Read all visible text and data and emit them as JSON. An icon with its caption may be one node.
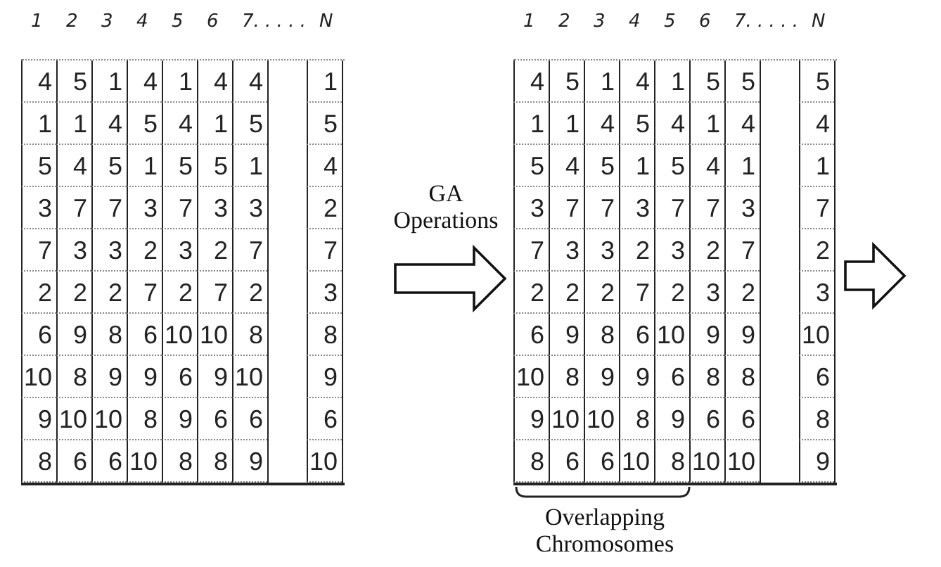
{
  "diagram": {
    "nodes": [
      {
        "text": [
          "4",
          "5",
          "1",
          "4",
          "1",
          "4",
          "4",
          "1",
          "1",
          "1",
          "4",
          "5",
          "4",
          "1",
          "5",
          "5",
          "5",
          "4",
          "5",
          "1",
          "5",
          "5",
          "1",
          "4",
          "3",
          "7",
          "7",
          "3",
          "7",
          "3",
          "3",
          "2",
          "7",
          "3",
          "3",
          "2",
          "3",
          "2",
          "7",
          "7",
          "2",
          "2",
          "2",
          "7",
          "2",
          "7",
          "2",
          "3",
          "6",
          "9",
          "8",
          "6",
          "10",
          "10",
          "8",
          "8",
          "10",
          "8",
          "9",
          "9",
          "6",
          "9",
          "10",
          "9",
          "9",
          "10",
          "10",
          "8",
          "9",
          "6",
          "6",
          "6",
          "8",
          "6",
          "6",
          "10",
          "8",
          "8",
          "9",
          "10"
        ]
      },
      {
        "text": [
          "4",
          "5",
          "1",
          "4",
          "1",
          "5",
          "5",
          "5",
          "1",
          "1",
          "4",
          "5",
          "4",
          "1",
          "4",
          "4",
          "5",
          "4",
          "5",
          "1",
          "5",
          "4",
          "1",
          "1",
          "3",
          "7",
          "7",
          "3",
          "7",
          "7",
          "3",
          "7",
          "7",
          "3",
          "3",
          "2",
          "3",
          "2",
          "7",
          "2",
          "2",
          "2",
          "2",
          "7",
          "2",
          "3",
          "2",
          "3",
          "6",
          "9",
          "8",
          "6",
          "10",
          "9",
          "9",
          "10",
          "10",
          "8",
          "9",
          "9",
          "6",
          "8",
          "8",
          "6",
          "9",
          "10",
          "10",
          "8",
          "9",
          "6",
          "6",
          "8",
          "8",
          "6",
          "6",
          "10",
          "8",
          "10",
          "10",
          "9"
        ]
      }
    ],
    "edges": [
      {
        "from": 0,
        "to": 1,
        "arrow": "to",
        "label": "GA Operations"
      },
      {
        "from": 1,
        "to": null,
        "arrow": "to"
      }
    ],
    "labels": [
      "1",
      "2",
      "3",
      "4",
      "5",
      "6",
      "7. . . . .",
      "N",
      "1",
      "2",
      "3",
      "4",
      "5",
      "6",
      "7. . . . .",
      "N",
      "Overlapping Chromosomes"
    ]
  }
}
